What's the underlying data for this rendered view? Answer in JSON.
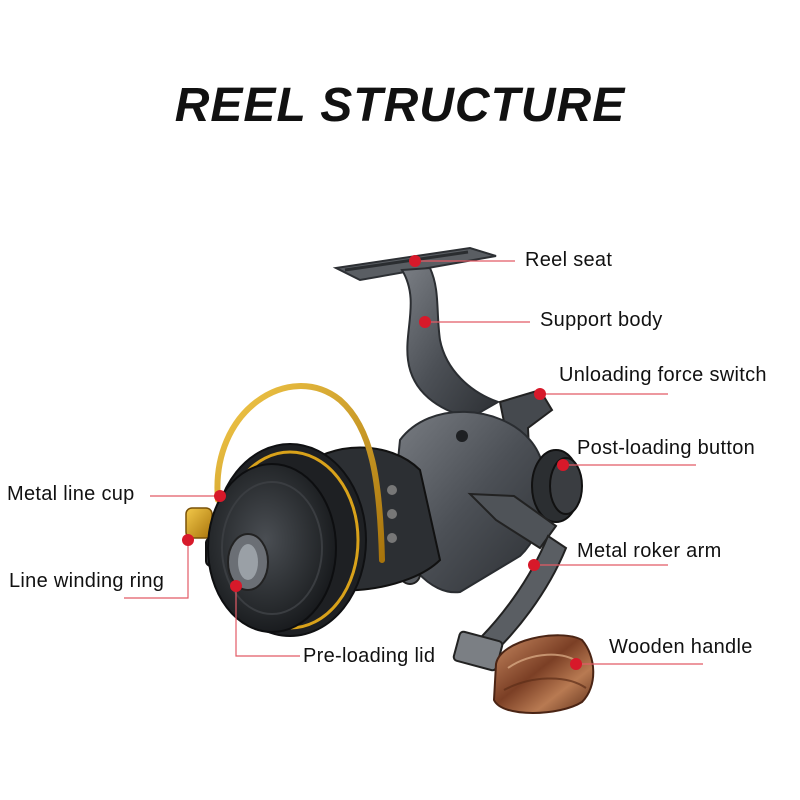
{
  "title": "REEL STRUCTURE",
  "colors": {
    "marker": "#d7192a",
    "leader": "#e25b66",
    "reel_body": "#4a4d52",
    "gold_accent": "#d9a21a",
    "handle_wood": "#9b5a3a"
  },
  "labels": {
    "reel_seat": "Reel seat",
    "support_body": "Support body",
    "unloading_force_switch": "Unloading force switch",
    "post_loading_button": "Post-loading button",
    "metal_line_cup": "Metal line cup",
    "line_winding_ring": "Line winding ring",
    "metal_roker_arm": "Metal roker arm",
    "pre_loading_lid": "Pre-loading lid",
    "wooden_handle": "Wooden handle"
  }
}
